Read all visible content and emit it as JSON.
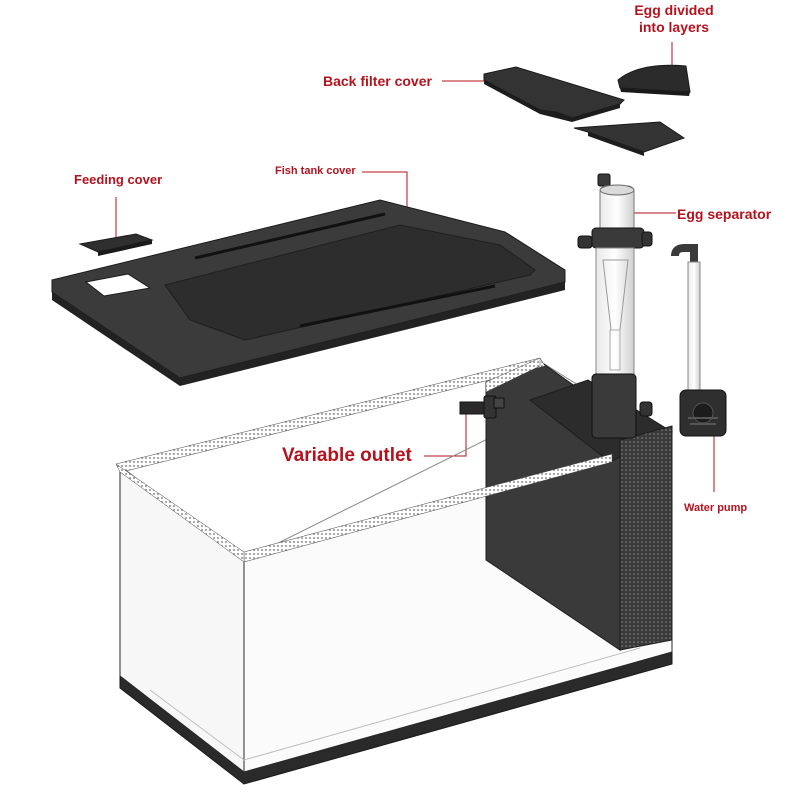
{
  "colors": {
    "label": "#b3131e",
    "leader": "#b3131e",
    "part": "#2f2f2f",
    "part_edge": "#1c1c1c",
    "glass": "#d9d9d9",
    "mesh": "#777777"
  },
  "labels": {
    "egg_divided": "Egg divided into layers",
    "back_filter_cover": "Back filter cover",
    "fish_tank_cover": "Fish tank cover",
    "feeding_cover": "Feeding cover",
    "egg_separator": "Egg separator",
    "variable_outlet": "Variable outlet",
    "water_pump": "Water pump"
  }
}
